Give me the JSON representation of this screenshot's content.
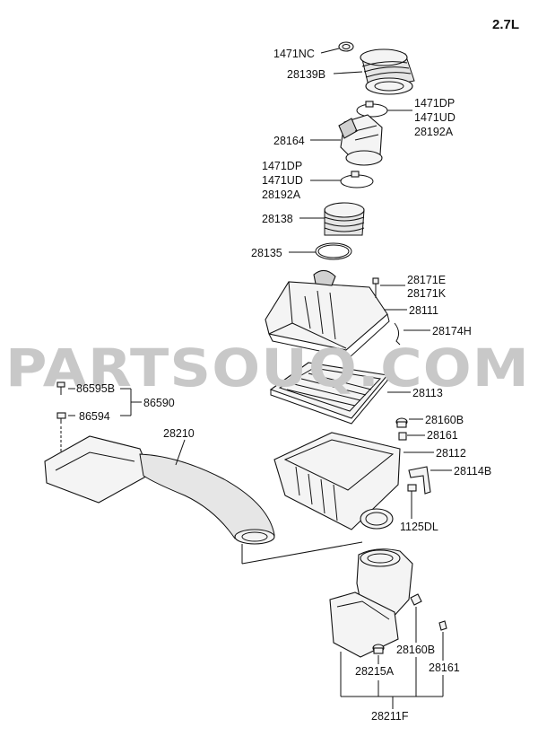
{
  "engine_label": "2.7L",
  "watermark": "PARTSOUQ.COM",
  "labels": {
    "p1471nc": "1471NC",
    "p28139b": "28139B",
    "p1471dp_a": "1471DP",
    "p1471ud_a": "1471UD",
    "p28192a_a": "28192A",
    "p28164": "28164",
    "p1471dp_b": "1471DP",
    "p1471ud_b": "1471UD",
    "p28192a_b": "28192A",
    "p28138": "28138",
    "p28135": "28135",
    "p28171e": "28171E",
    "p28171k": "28171K",
    "p28111": "28111",
    "p28174h": "28174H",
    "p86595b": "86595B",
    "p86590": "86590",
    "p86594": "86594",
    "p28113": "28113",
    "p28210": "28210",
    "p28160b_a": "28160B",
    "p28161_a": "28161",
    "p28112": "28112",
    "p28114b": "28114B",
    "p1125dl": "1125DL",
    "p28160b_b": "28160B",
    "p28161_b": "28161",
    "p28215a": "28215A",
    "p28211f": "28211F"
  }
}
